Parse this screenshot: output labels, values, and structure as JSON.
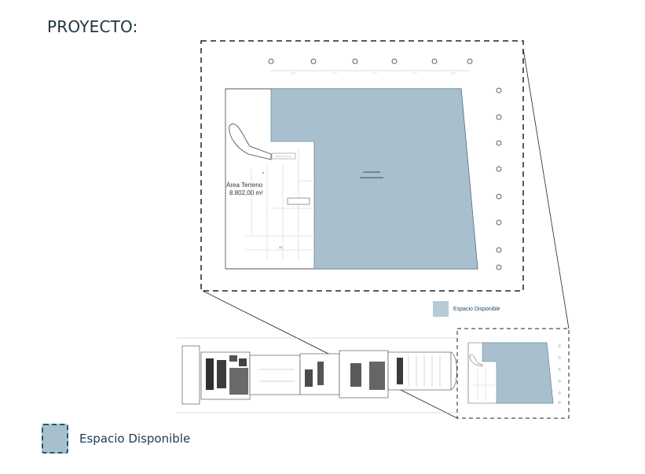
{
  "title": "PROYECTO:",
  "plan": {
    "area_label": "Área Terreno",
    "area_value": "8.802,00 m²"
  },
  "legend": {
    "label": "Espacio Disponible",
    "small_label": "Espacio Disponible"
  },
  "colors": {
    "available": "#a8c0ce",
    "border": "#1d5a78",
    "plan_line": "#555555"
  }
}
